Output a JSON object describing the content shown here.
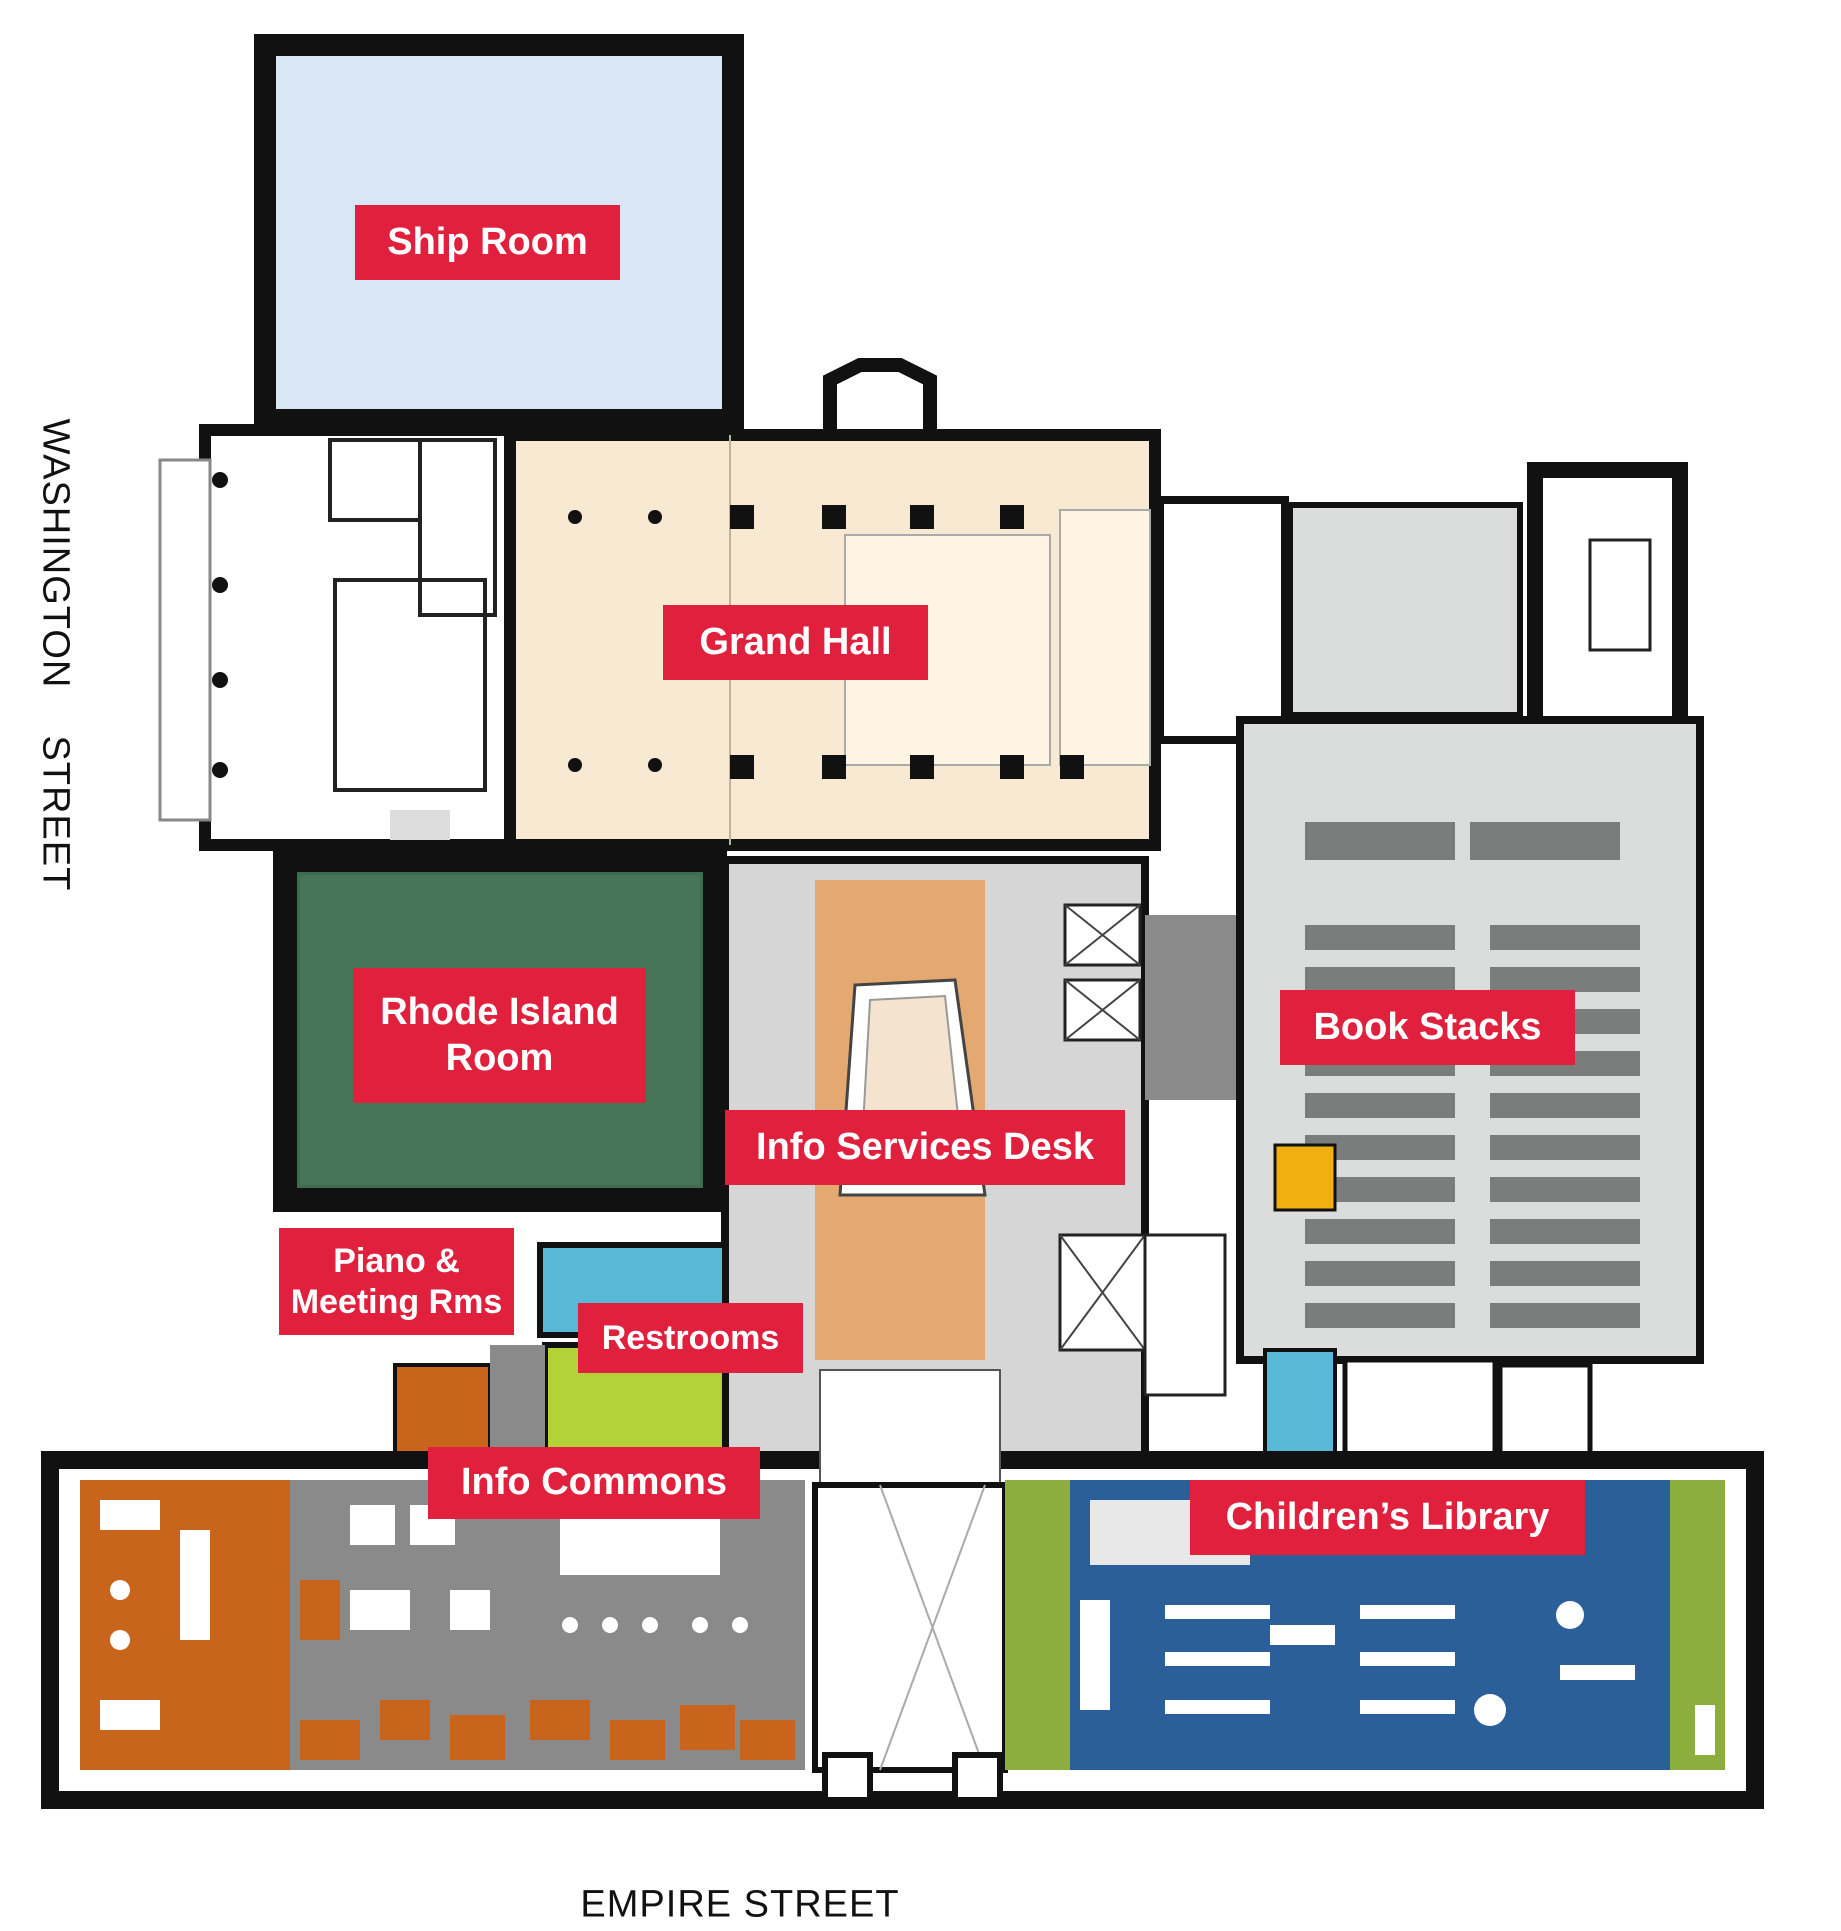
{
  "streets": {
    "west": "WASHINGTON  STREET",
    "south": "EMPIRE STREET"
  },
  "rooms": {
    "ship_room": "Ship Room",
    "grand_hall": "Grand Hall",
    "rhode_island_room": "Rhode Island\nRoom",
    "info_services_desk": "Info Services Desk",
    "book_stacks": "Book Stacks",
    "piano_meeting": "Piano &\nMeeting Rms",
    "restrooms": "Restrooms",
    "info_commons": "Info Commons",
    "childrens_library": "Children’s Library"
  },
  "colors": {
    "label_bg": "#e0203c",
    "label_text": "#ffffff",
    "ship_room": "#d9e6f3",
    "grand_hall": "#f8ead2",
    "rhode_island_room": "#3f6b50",
    "book_stacks": "#dadddc",
    "info_commons_orange": "#c8641c",
    "info_commons_gray": "#8a8a8a",
    "childrens_blue": "#2b5f9a",
    "childrens_green": "#8cae3c",
    "restrooms": "#b2d238",
    "blue_rooms": "#57b9d6",
    "lobby_wood": "#e3a971",
    "wall": "#111111"
  }
}
